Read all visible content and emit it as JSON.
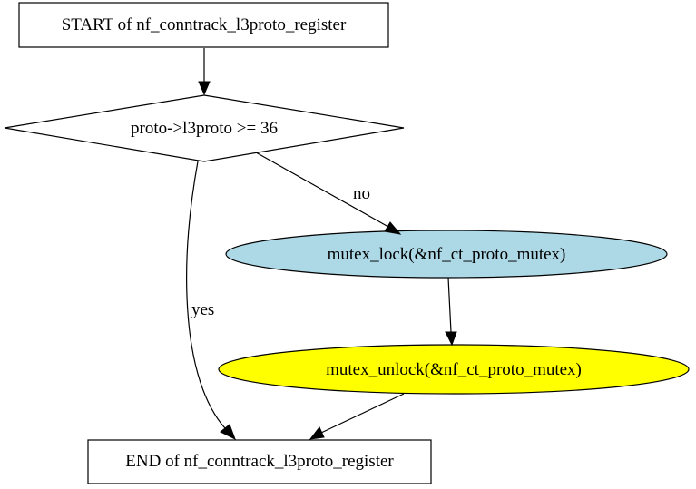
{
  "nodes": {
    "start": {
      "label": "START of nf_conntrack_l3proto_register",
      "shape": "box",
      "fill": "#ffffff"
    },
    "decision": {
      "label": "proto->l3proto >= 36",
      "shape": "diamond",
      "fill": "#ffffff"
    },
    "lock": {
      "label": "mutex_lock(&nf_ct_proto_mutex)",
      "shape": "ellipse",
      "fill": "#add8e6"
    },
    "unlock": {
      "label": "mutex_unlock(&nf_ct_proto_mutex)",
      "shape": "ellipse",
      "fill": "#ffff00"
    },
    "end": {
      "label": "END of nf_conntrack_l3proto_register",
      "shape": "box",
      "fill": "#ffffff"
    }
  },
  "edges": [
    {
      "from": "start",
      "to": "decision",
      "label": ""
    },
    {
      "from": "decision",
      "to": "lock",
      "label": "no"
    },
    {
      "from": "decision",
      "to": "end",
      "label": "yes"
    },
    {
      "from": "lock",
      "to": "unlock",
      "label": ""
    },
    {
      "from": "unlock",
      "to": "end",
      "label": ""
    }
  ],
  "edge_labels": {
    "no": "no",
    "yes": "yes"
  }
}
